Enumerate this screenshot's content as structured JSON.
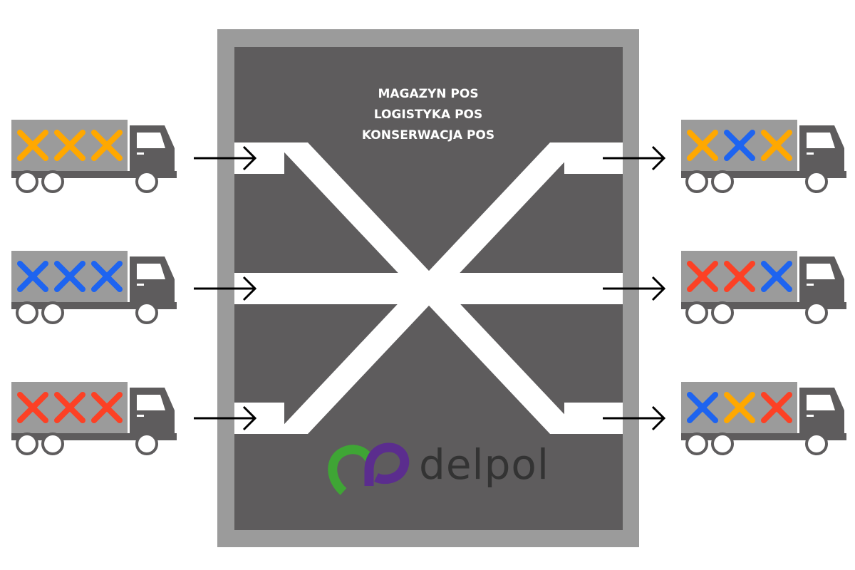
{
  "warehouse": {
    "title_lines": [
      "MAGAZYN POS",
      "LOGISTYKA POS",
      "KONSERWACJA POS"
    ],
    "frame_color": "#9b9b9b",
    "inner_color": "#5e5c5d",
    "lane_color": "#ffffff"
  },
  "logo": {
    "text": "delpol",
    "green": "#3fa535",
    "purple": "#5b2d8e"
  },
  "colors": {
    "orange": "#ffa800",
    "blue": "#1e64f0",
    "red": "#fc4125",
    "truck_cargo": "#9b9b9b",
    "truck_body": "#5e5c5d"
  },
  "trucks_in": [
    {
      "marks": [
        "orange",
        "orange",
        "orange"
      ]
    },
    {
      "marks": [
        "blue",
        "blue",
        "blue"
      ]
    },
    {
      "marks": [
        "red",
        "red",
        "red"
      ]
    }
  ],
  "trucks_out": [
    {
      "marks": [
        "orange",
        "blue",
        "orange"
      ]
    },
    {
      "marks": [
        "red",
        "red",
        "blue"
      ]
    },
    {
      "marks": [
        "blue",
        "orange",
        "red"
      ]
    }
  ],
  "icons": {
    "truck": "truck-icon",
    "arrow": "arrow-right-icon",
    "mark": "x-mark-icon"
  }
}
